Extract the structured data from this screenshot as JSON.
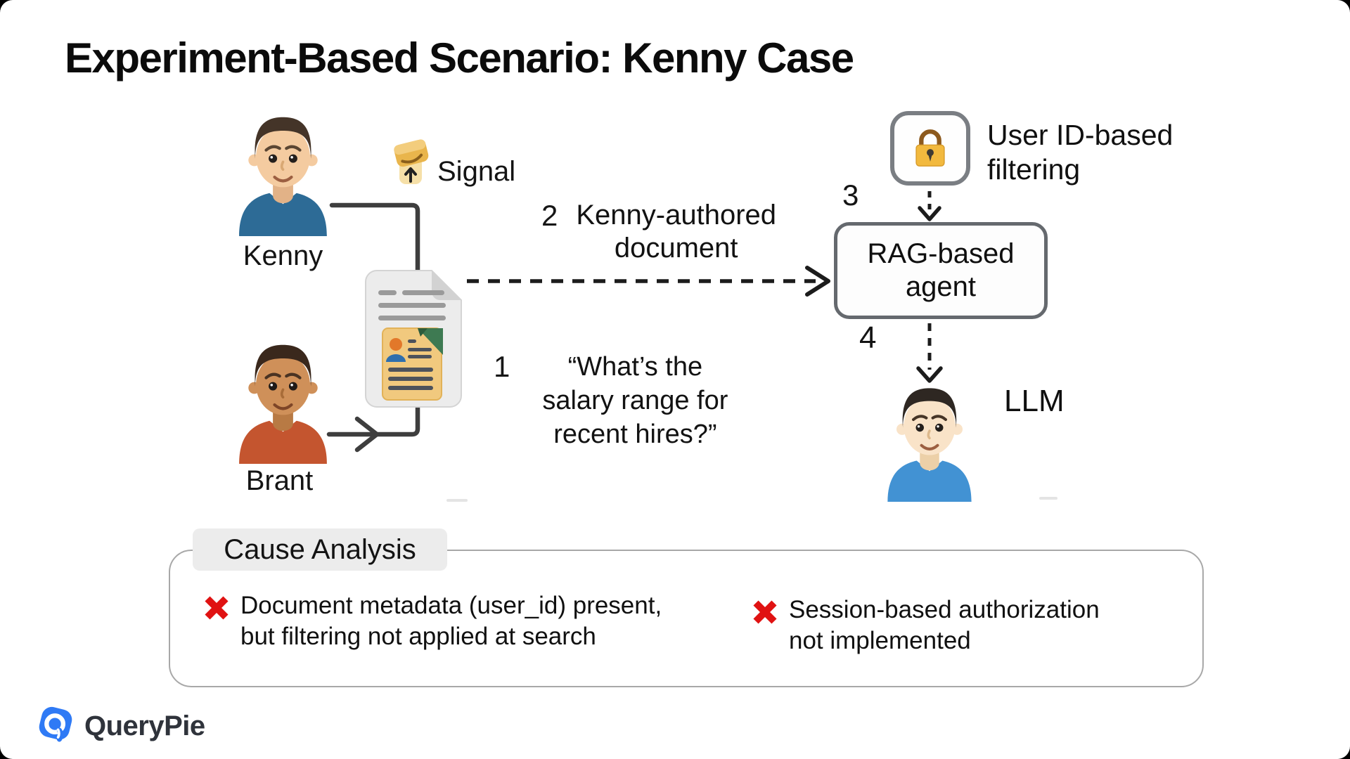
{
  "title": "Experiment-Based Scenario: Kenny Case",
  "actors": {
    "kenny": "Kenny",
    "brant": "Brant",
    "llm": "LLM"
  },
  "signal_label": "Signal",
  "steps": {
    "one": {
      "num": "1",
      "lines": [
        "“What’s the",
        "salary range for",
        "recent hires?”"
      ]
    },
    "two": {
      "num": "2",
      "lines": [
        "Kenny-authored",
        "document"
      ]
    },
    "three": {
      "num": "3"
    },
    "four": {
      "num": "4"
    }
  },
  "rag_box": {
    "lines": [
      "RAG-based",
      "agent"
    ]
  },
  "filtering": {
    "lines": [
      "User ID-based",
      "filtering"
    ]
  },
  "cause_analysis": {
    "tab": "Cause Analysis",
    "items": [
      {
        "icon": "x-mark",
        "lines": [
          "Document metadata (user_id) present,",
          "but filtering not applied at search"
        ]
      },
      {
        "icon": "x-mark",
        "lines": [
          "Session-based authorization",
          "not implemented"
        ]
      }
    ]
  },
  "brand": "QueryPie",
  "colors": {
    "accent_blue": "#2f7af5",
    "error_red": "#e01212",
    "connector_dark": "#3e3e3e",
    "box_border_gray": "#65696e",
    "tab_bg": "#ececec",
    "lock_gold": "#f2b93e",
    "doc_card_tan": "#f1c97e"
  }
}
